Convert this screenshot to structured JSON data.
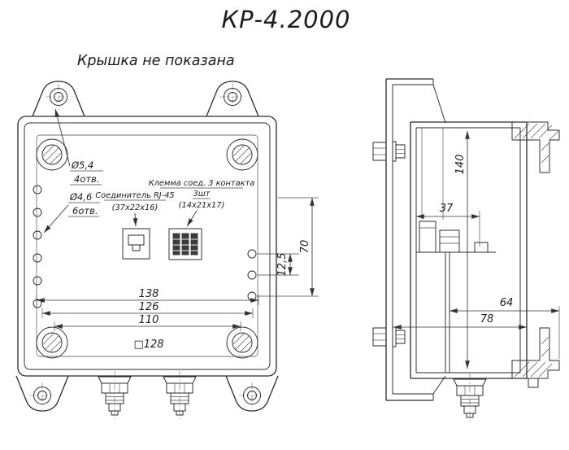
{
  "colors": {
    "ink": "#2a2a2a",
    "background": "#ffffff"
  },
  "drawing": {
    "title": "КР-4.2000",
    "note": "Крышка не показана"
  },
  "front_view": {
    "callouts": {
      "tab_hole_dia": "Ø5,4",
      "tab_hole_count": "4отв.",
      "wall_hole_dia": "Ø4,6",
      "wall_hole_count": "6отв.",
      "rj45_name": "Соединитель RJ-45",
      "rj45_size": "(37х22х16)",
      "terminal_name": "Клемма соед. 3 контакта",
      "terminal_qty": "3шт",
      "terminal_size": "(14х21х17)"
    },
    "dims": {
      "d138": "138",
      "d126": "126",
      "d110": "110",
      "d128": "□128",
      "d70": "70",
      "d12_5": "12,5"
    }
  },
  "side_view": {
    "dims": {
      "d140": "140",
      "d37": "37",
      "d64": "64",
      "d78": "78"
    }
  }
}
